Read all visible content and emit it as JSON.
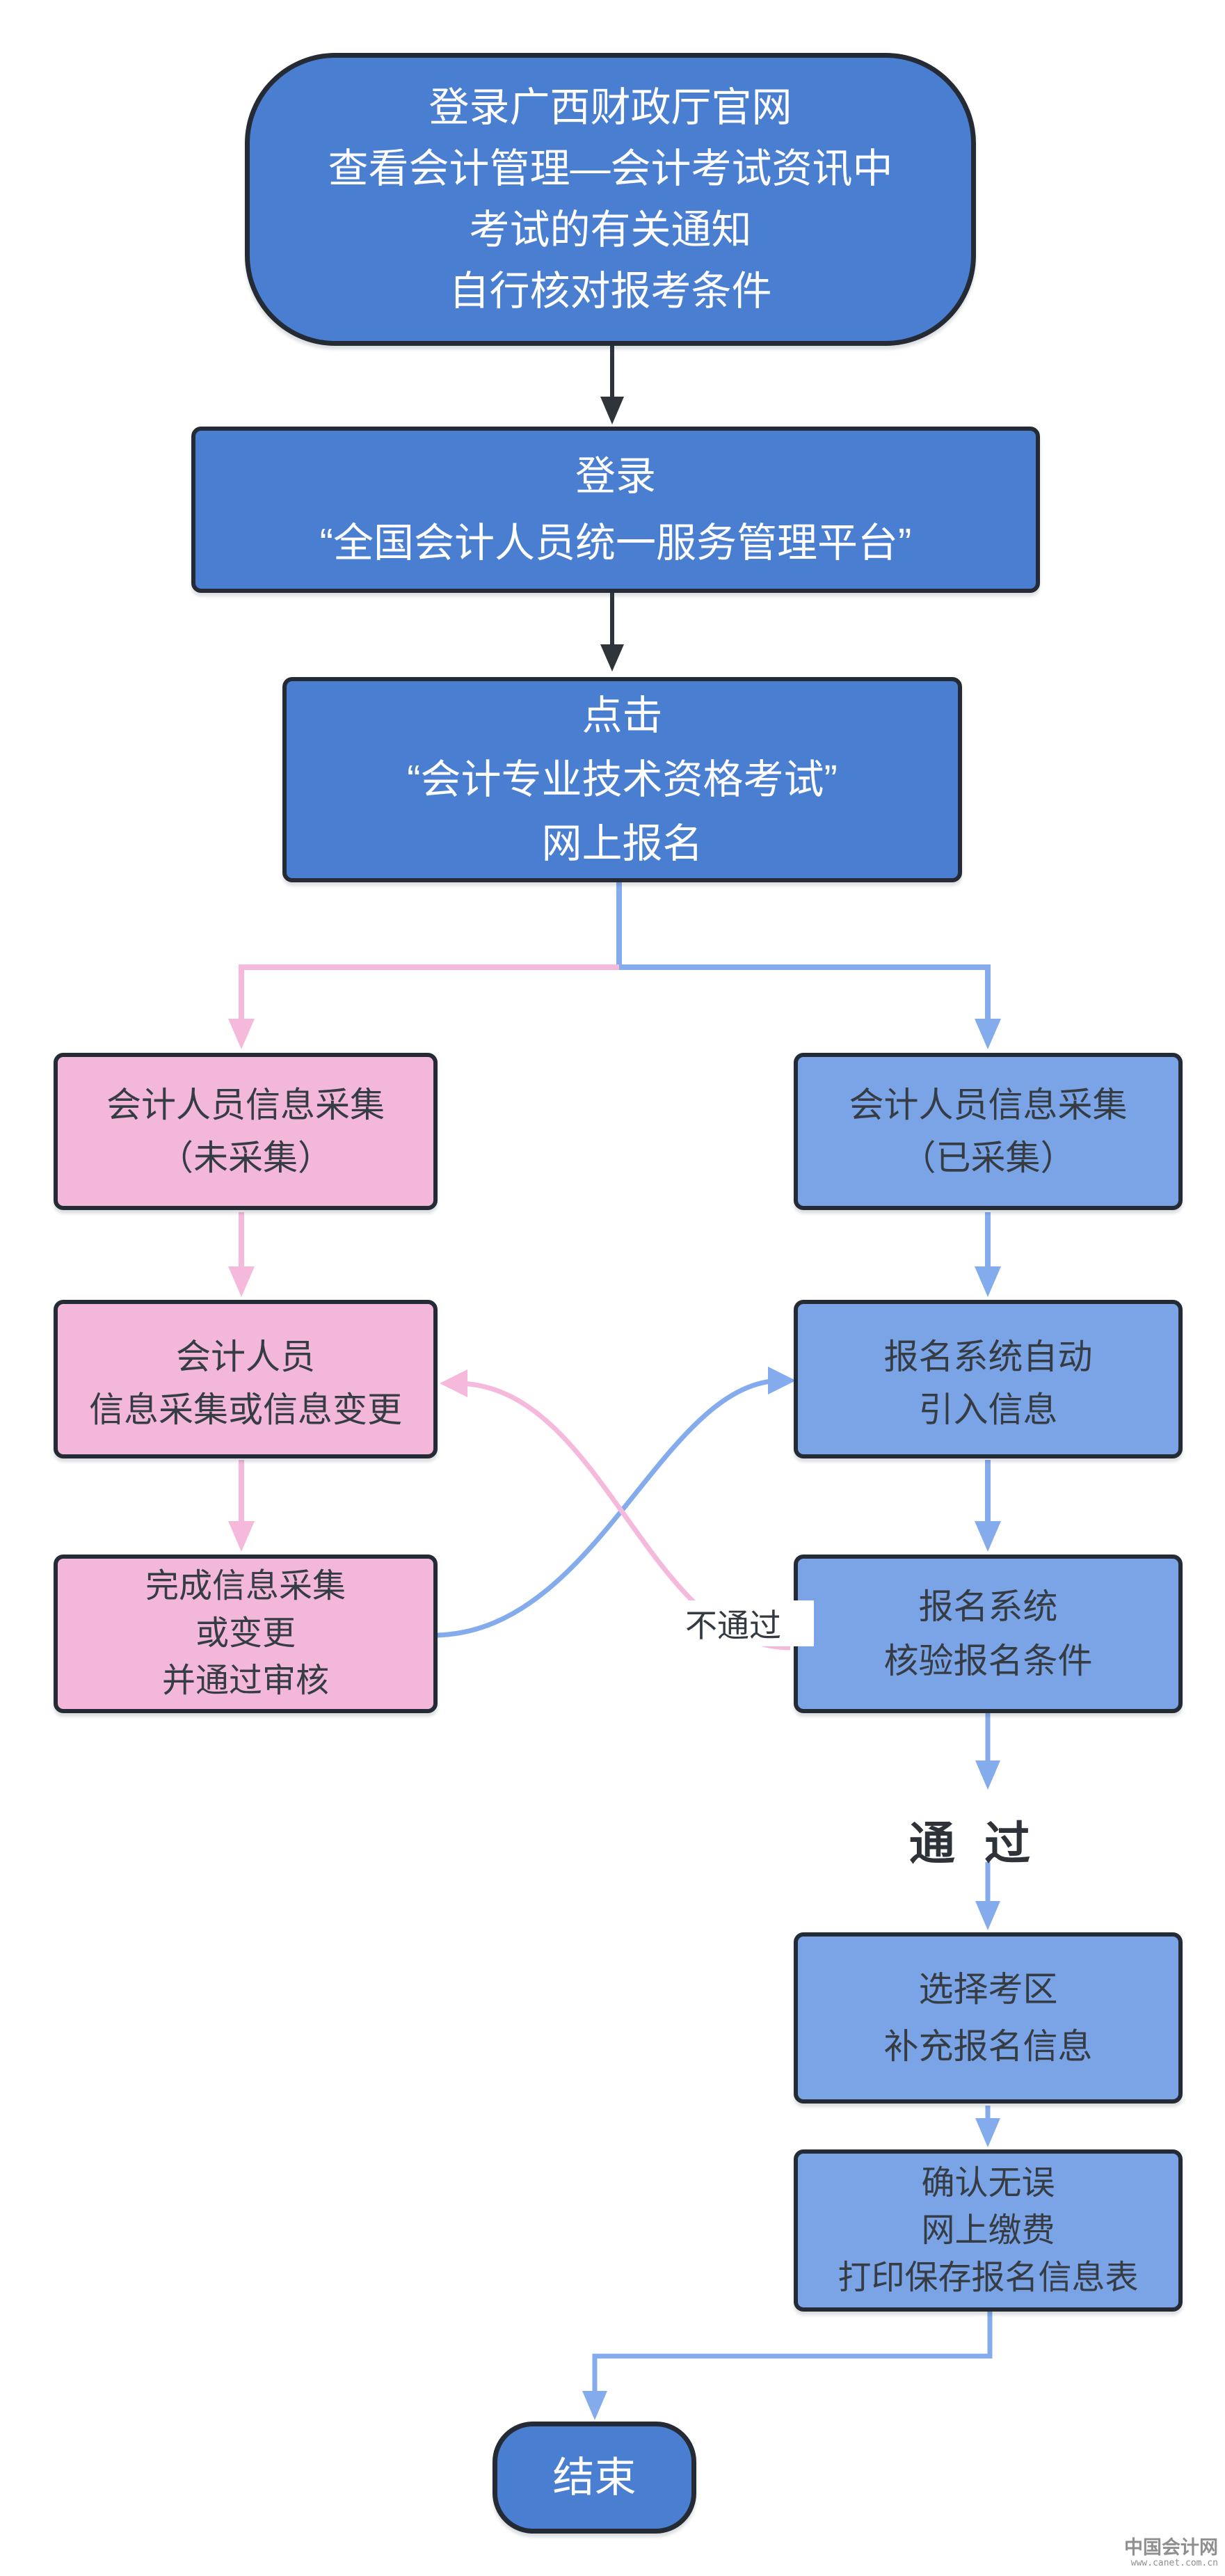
{
  "meta": {
    "kind": "flowchart",
    "topic": "会计专业技术资格考试网上报名流程",
    "background": "#ffffff"
  },
  "colors": {
    "deep_blue_fill": "#4a7ed0",
    "light_blue_fill": "#7aa4e6",
    "pink_fill": "#f3b8d9",
    "node_border": "#242b34",
    "black_arrow": "#2f343a",
    "pink_arrow": "#f5b9dc",
    "blue_arrow": "#84abec",
    "dark_text": "#363c44",
    "white_text": "#ffffff",
    "watermark_gray": "#8f8f8f"
  },
  "nodes": {
    "start": {
      "lines": [
        "登录广西财政厅官网",
        "查看会计管理—会计考试资讯中",
        "考试的有关通知",
        "自行核对报考条件"
      ]
    },
    "login_platform": {
      "lines": [
        "登录",
        "“全国会计人员统一服务管理平台”"
      ]
    },
    "click_register": {
      "lines": [
        "点击",
        "“会计专业技术资格考试”",
        "网上报名"
      ]
    },
    "collect_not_done": {
      "lines": [
        "会计人员信息采集",
        "（未采集）"
      ]
    },
    "collect_done": {
      "lines": [
        "会计人员信息采集",
        "（已采集）"
      ]
    },
    "collect_or_change": {
      "lines": [
        "会计人员",
        "信息采集或信息变更"
      ]
    },
    "auto_import": {
      "lines": [
        "报名系统自动",
        "引入信息"
      ]
    },
    "complete_collect": {
      "lines": [
        "完成信息采集",
        "或变更",
        "并通过审核"
      ]
    },
    "verify_conditions": {
      "lines": [
        "报名系统",
        "核验报名条件"
      ]
    },
    "choose_area": {
      "lines": [
        "选择考区",
        "补充报名信息"
      ]
    },
    "confirm_pay": {
      "lines": [
        "确认无误",
        "网上缴费",
        "打印保存报名信息表"
      ]
    },
    "end": {
      "lines": [
        "结束"
      ]
    }
  },
  "labels": {
    "pass": "通 过",
    "fail": "不通过"
  },
  "watermark": {
    "site": "中国会计网",
    "url": "www.canet.com.cn"
  }
}
